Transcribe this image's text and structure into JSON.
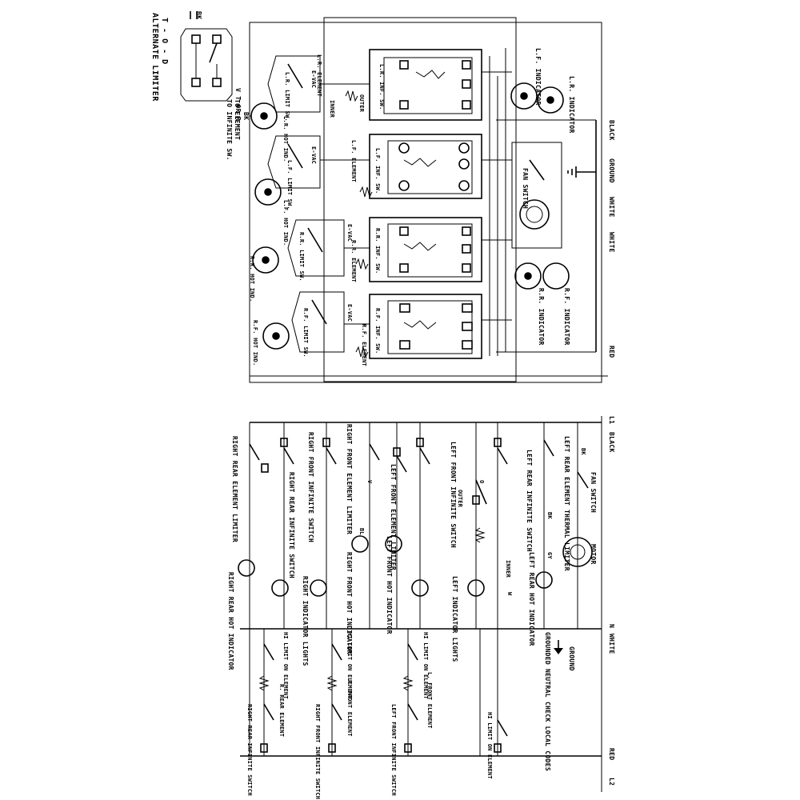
{
  "alt_limiter": {
    "title": "T - O - D",
    "subtitle": "ALTERNATE LIMITER",
    "to_element": "TO ELEMENT",
    "to_infinite": "TO INFINITE SW.",
    "bk": "BK",
    "v_t_or_r": "V   T OR R",
    "symbol_bk": "BK",
    "symbol_v": "V"
  },
  "wiring": {
    "supply": {
      "black": "BLACK",
      "ground": "GROUND",
      "white_1": "WHITE",
      "white_2": "WHITE",
      "red": "RED"
    },
    "lr_indicator": "L.R. INDICATOR",
    "lf_indicator": "L.F. INDICATOR",
    "rf_indicator": "R.F. INDICATOR",
    "rr_indicator": "R.R. INDICATOR",
    "fan_switch": "FAN SWITCH",
    "lr_inf_sw": "L.R. INF. SW.",
    "lf_inf_sw": "L.F. INF. SW.",
    "rr_inf_sw": "R.R. INF. SW.",
    "rf_inf_sw": "R.F. INF. SW.",
    "lr_element": "L.R. ELEMENT",
    "lf_element": "L.F. ELEMENT",
    "rr_element": "R.R. ELEMENT",
    "rf_element": "R.F. ELEMENT",
    "outer": "OUTER",
    "inner": "INNER",
    "lr_limit_sw": "L.R. LIMIT SW.",
    "lf_limit_sw": "L.F. LIMIT SW.",
    "rr_limit_sw": "R.R. LIMIT SW.",
    "rf_limit_sw": "R.F. LIMIT SW.",
    "lr_hot_ind": "L.R. HOT IND.",
    "lf_hot_ind": "L.F. HOT IND.",
    "rr_hot_ind": "R.R. HOT IND.",
    "rf_hot_ind": "R.F. HOT IND.",
    "e_vac": "E-VAC"
  },
  "schematic": {
    "l1": "L1",
    "l2": "L2",
    "n": "N",
    "black": "BLACK",
    "white": "WHITE",
    "red": "RED",
    "fan_switch": "FAN SWITCH",
    "motor": "MOTOR",
    "lr_thermal_limiter": "LEFT REAR ELEMENT THERMAL LIMITER",
    "lr_infinite_switch": "LEFT REAR INFINITE SWITCH",
    "lr_hot_indicator": "LEFT REAR HOT INDICATOR",
    "lf_infinite_switch": "LEFT FRONT INFINITE SWITCH",
    "lf_element_limiter": "LEFT FRONT ELEMENT LIMITER",
    "lf_hot_indicator": "LEFT FRONT HOT INDICATOR",
    "left_indicator_lights": "LEFT INDICATOR LIGHTS",
    "rf_element_limiter": "RIGHT FRONT ELEMENT LIMITER",
    "rf_infinite_switch": "RIGHT FRONT INFINITE SWITCH",
    "rr_infinite_switch": "RIGHT REAR INFINITE SWITCH",
    "rf_hot_indicator": "RIGHT FRONT HOT INDICATOR",
    "right_indicator_lights": "RIGHT INDICATOR LIGHTS",
    "rr_element_limiter": "RIGHT REAR ELEMENT LIMITER",
    "rr_hot_indicator": "RIGHT REAR HOT INDICATOR",
    "outer": "OUTER",
    "inner": "INNER",
    "ground": "GROUND",
    "grounded_neutral": "GROUNDED NEUTRAL CHECK LOCAL CODES",
    "hi_limit_1": "HI LIMIT ON ELEMENT",
    "hi_limit_2": "HI LIMIT ON ELEMENT",
    "hi_limit_3": "HI LIMIT ON ELEMENT",
    "hi_limit_4": "HI LIMIT ON ELEMENT",
    "lf_element": "L. FRONT ELEMENT",
    "rf_element": "R. FRONT ELEMENT",
    "rr_element": "R. REAR ELEMENT",
    "lf_inf_sw_2": "LEFT FRONT INFINITE SWITCH",
    "rf_inf_sw_2": "RIGHT FRONT INFINITE SWITCH",
    "rr_inf_sw_2": "RIGHT REAR INFINITE SWITCH",
    "wire_bk": "BK",
    "wire_w": "W",
    "wire_gy": "GY",
    "wire_v": "V",
    "wire_bl": "BL",
    "wire_o": "O"
  }
}
